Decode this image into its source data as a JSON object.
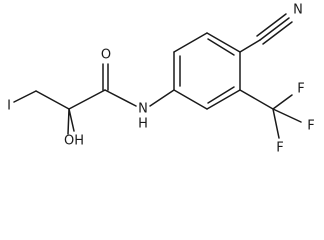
{
  "molecule": {
    "atoms": {
      "iodine": "I",
      "hydroxyl": "OH",
      "carbonyl_oxygen": "O",
      "amide_nitrogen": "N",
      "amide_hydrogen": "H",
      "nitrile_nitrogen": "N",
      "fluorine_1": "F",
      "fluorine_2": "F",
      "fluorine_3": "F"
    }
  }
}
